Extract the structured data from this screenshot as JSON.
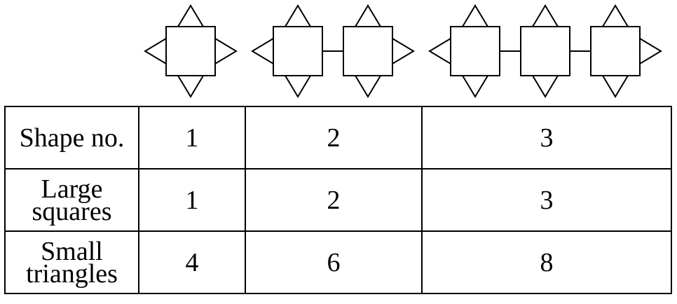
{
  "shapes": [
    {
      "number": 1,
      "squares": 1
    },
    {
      "number": 2,
      "squares": 2
    },
    {
      "number": 3,
      "squares": 3
    }
  ],
  "table": {
    "rows": [
      {
        "label": [
          "Shape no."
        ],
        "values": [
          "1",
          "2",
          "3"
        ]
      },
      {
        "label": [
          "Large",
          "squares"
        ],
        "values": [
          "1",
          "2",
          "3"
        ]
      },
      {
        "label": [
          "Small",
          "triangles"
        ],
        "values": [
          "4",
          "6",
          "8"
        ]
      }
    ]
  }
}
